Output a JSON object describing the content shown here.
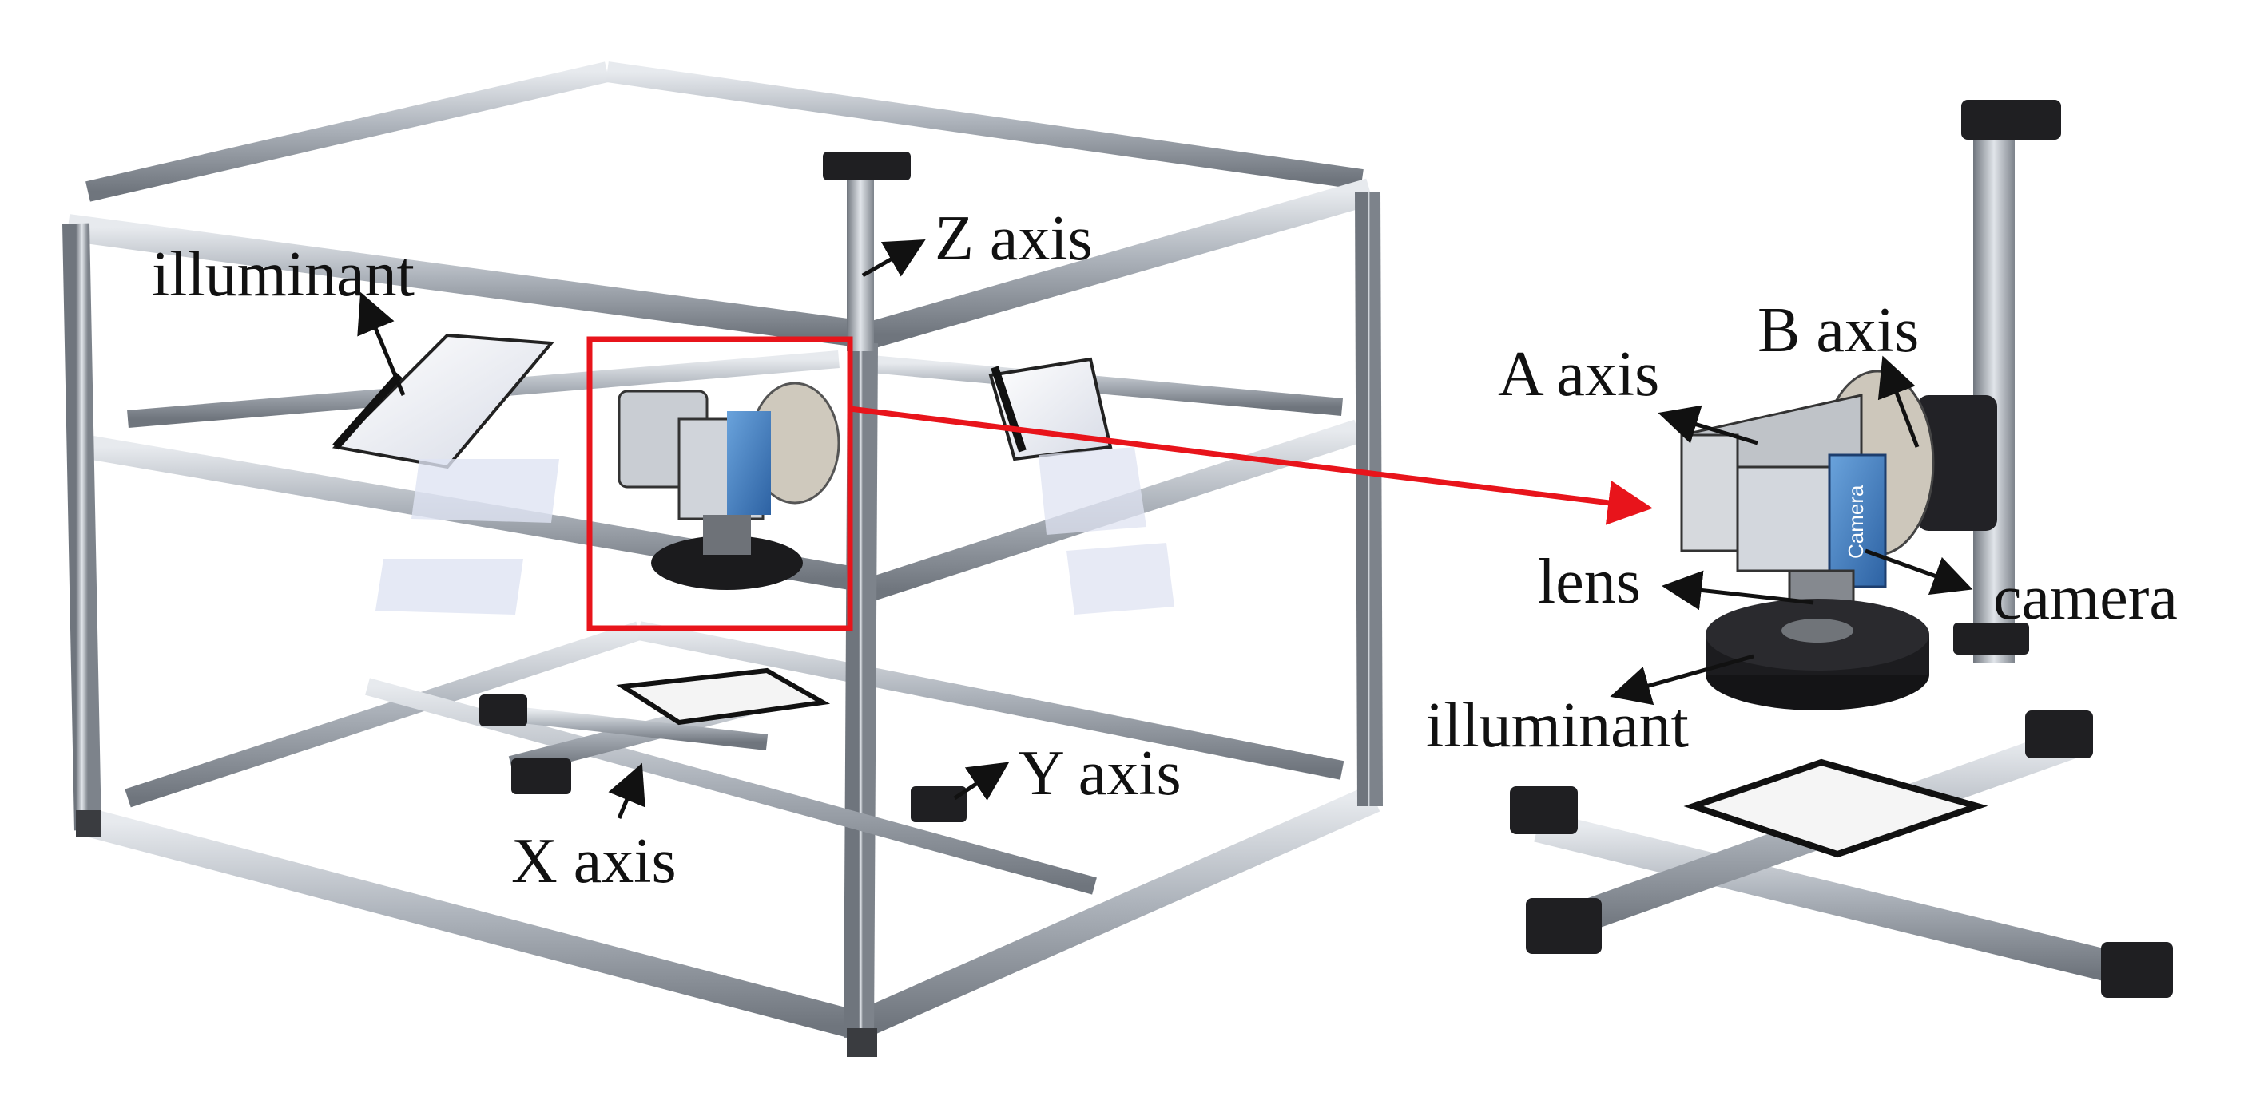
{
  "labels": {
    "illuminant_left": "illuminant",
    "z_axis": "Z axis",
    "x_axis": "X axis",
    "y_axis": "Y axis",
    "a_axis": "A axis",
    "b_axis": "B axis",
    "lens": "lens",
    "camera": "camera",
    "illuminant_right": "illuminant"
  },
  "camera_body_text": "Camera",
  "colors": {
    "highlight_box": "#e8141b",
    "arrow": "#111111",
    "frame_aluminum": "#b9bec6",
    "camera_blue": "#3f7cc2"
  }
}
